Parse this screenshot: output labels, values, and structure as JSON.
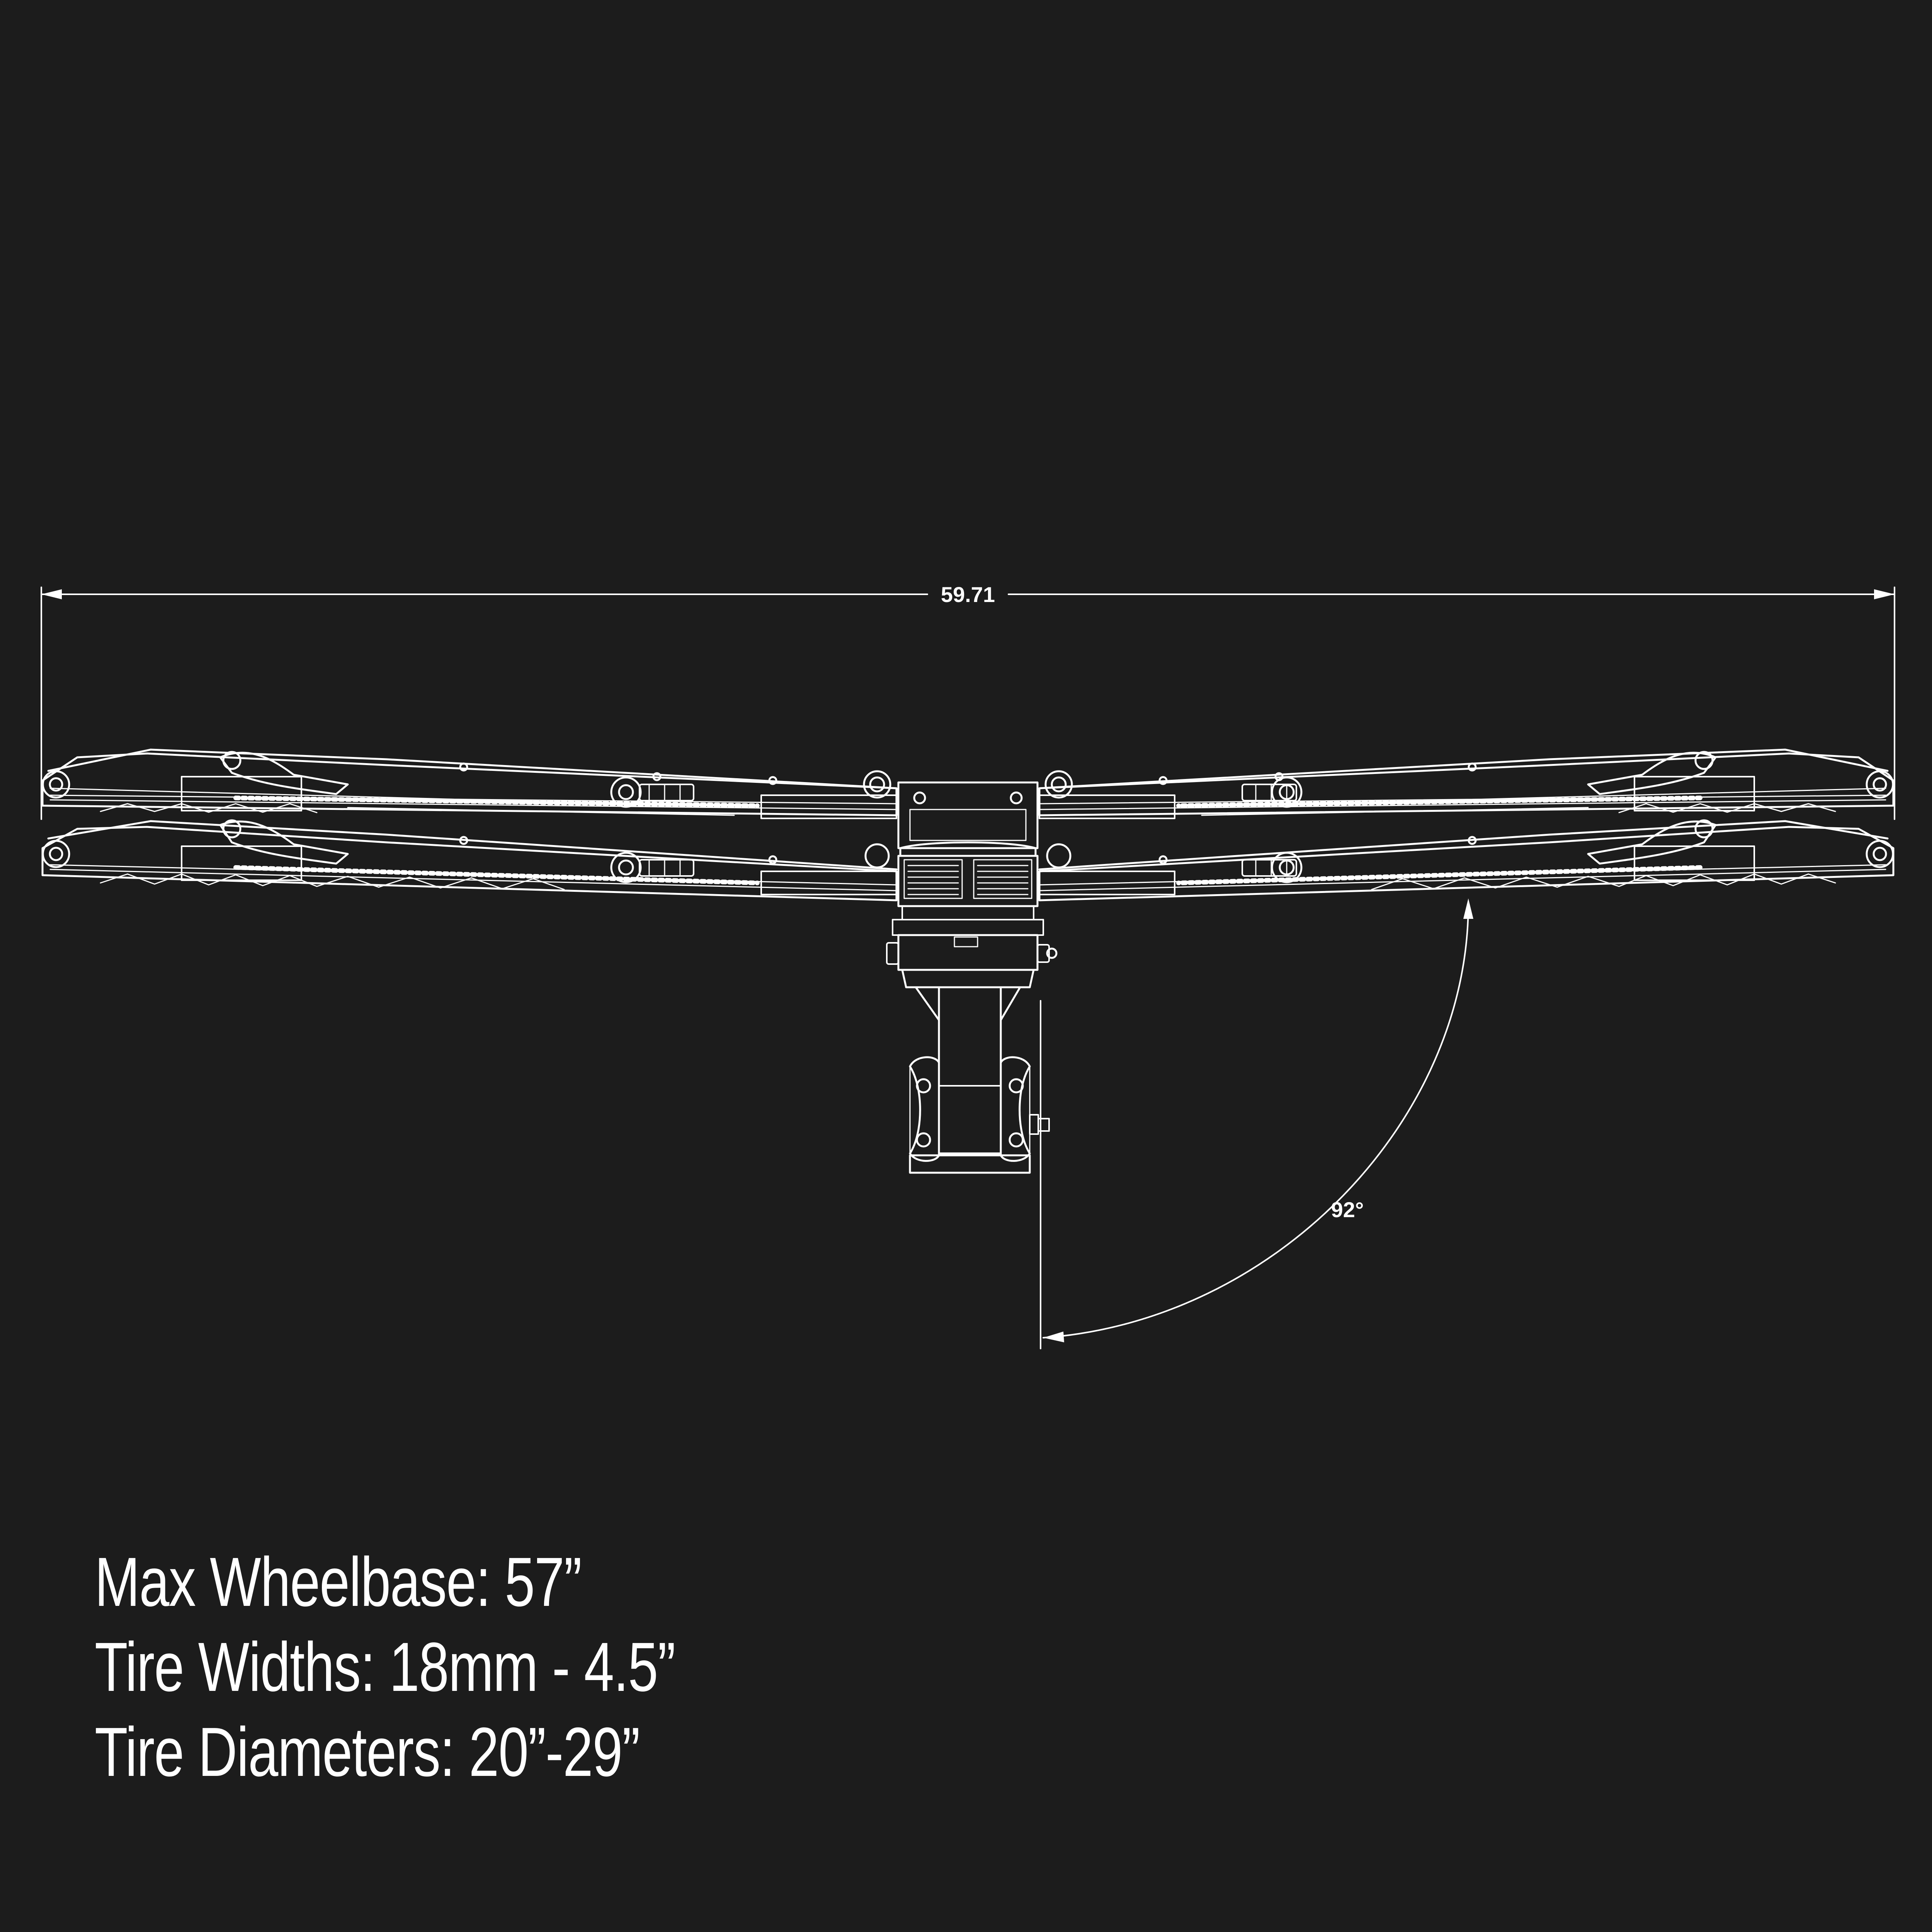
{
  "colors": {
    "background": "#1c1c1c",
    "line": "#ffffff"
  },
  "dimensions": {
    "overall_width_label": "59.71",
    "angle_label": "92°"
  },
  "specs": [
    {
      "label": "Max Wheelbase",
      "value": "57”"
    },
    {
      "label": "Tire Widths",
      "value": "18mm - 4.5”"
    },
    {
      "label": "Tire Diameters",
      "value": "20”-29”"
    }
  ],
  "icons": [
    "bike-rack-top-view-drawing"
  ]
}
